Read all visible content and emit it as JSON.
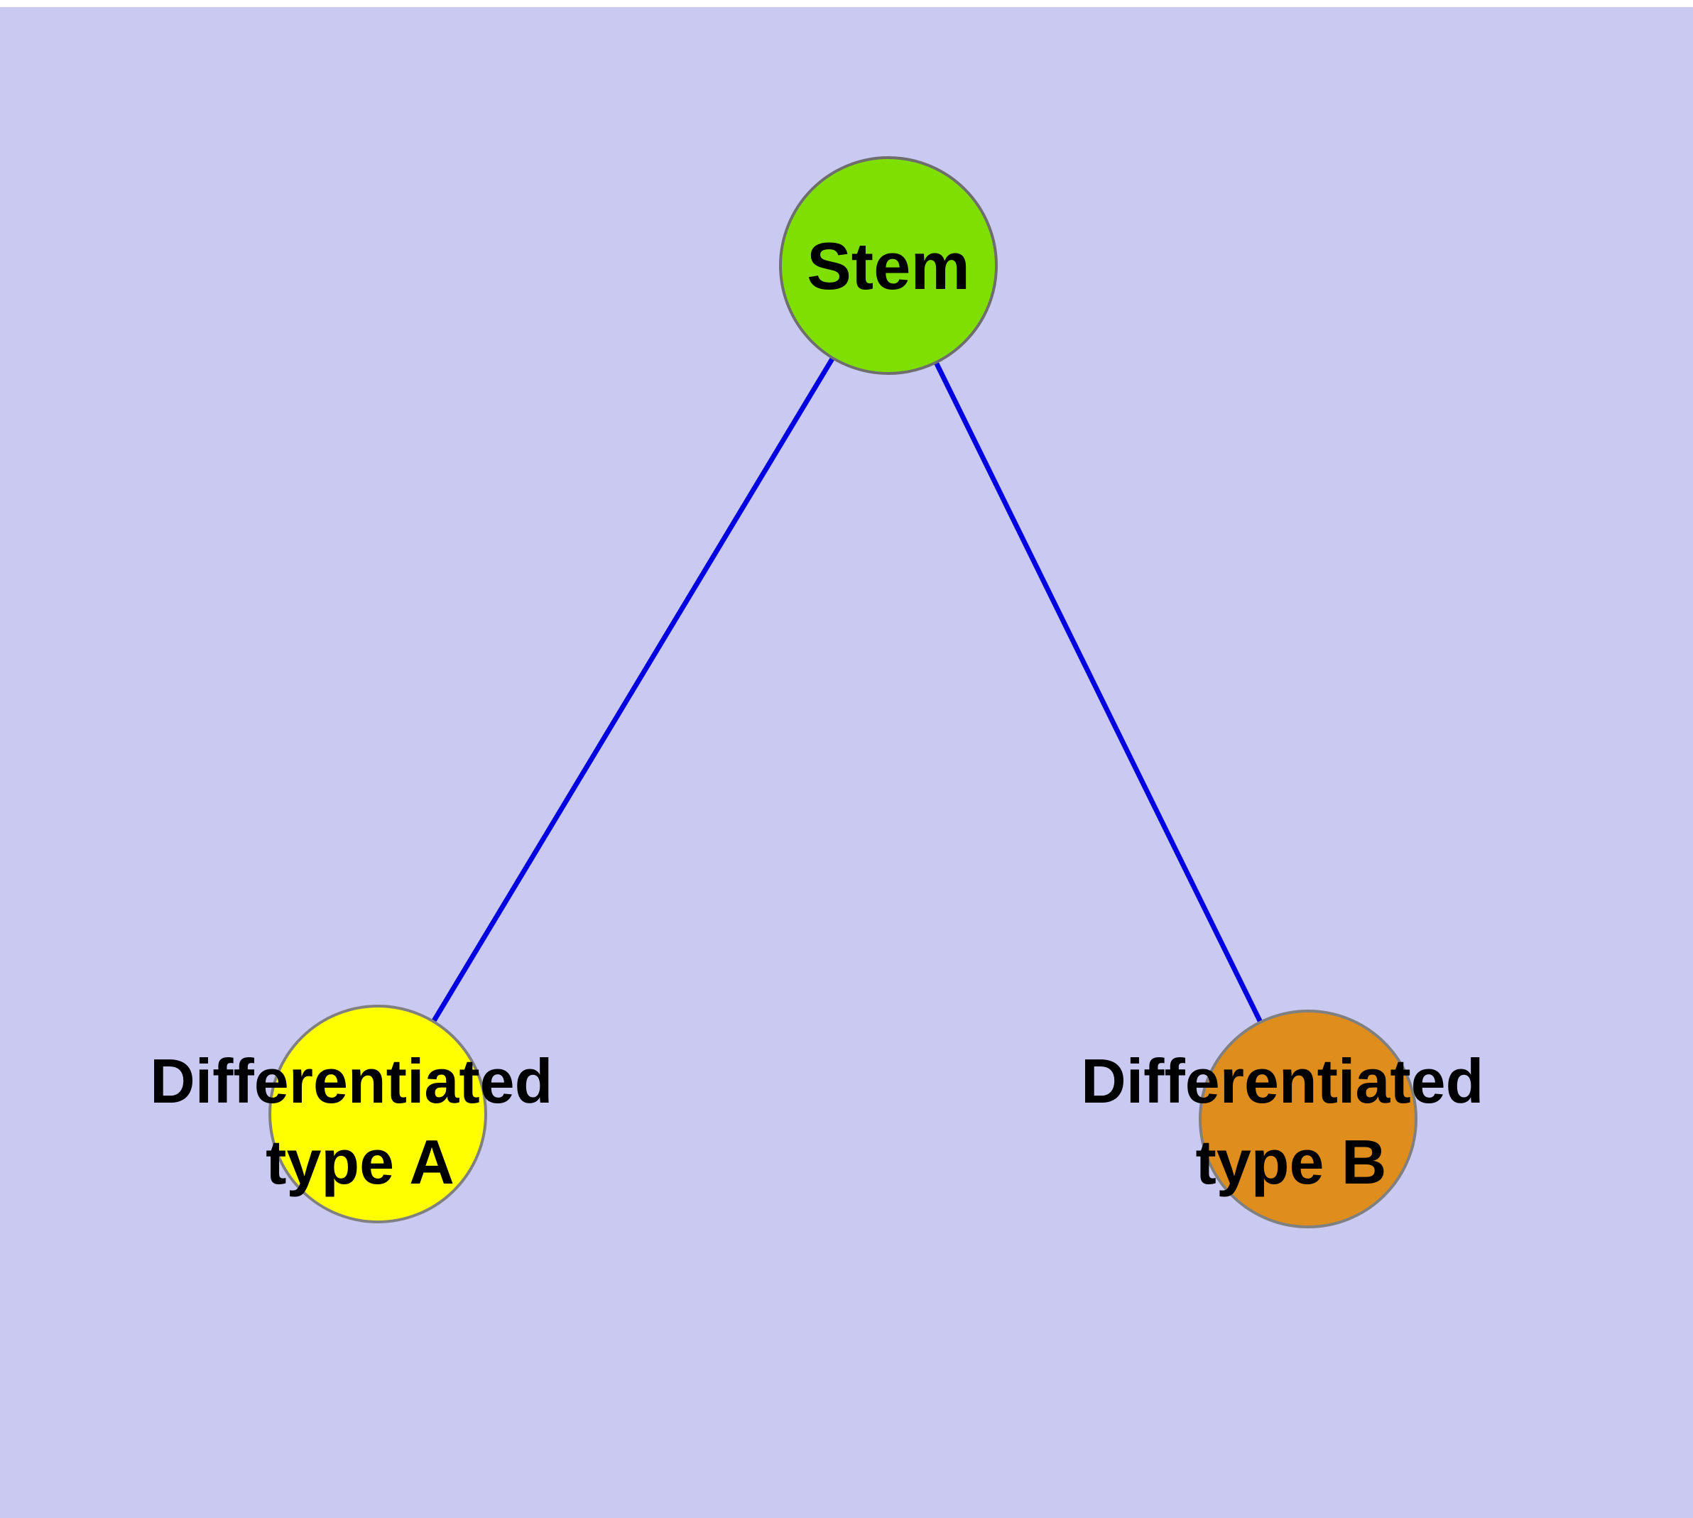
{
  "canvas": {
    "background": "#c9c9f2",
    "top_strip": "#ffffff"
  },
  "edges": {
    "color": "#0000e0",
    "width": 7
  },
  "text_color": "#000000",
  "nodes": {
    "stem": {
      "label": "Stem",
      "fill": "#7fdf00",
      "stroke": "#6e6e6e"
    },
    "typeA": {
      "label_line1": "Differentiated",
      "label_line2": "type A",
      "fill": "#ffff00",
      "stroke": "#808080"
    },
    "typeB": {
      "label_line1": "Differentiated",
      "label_line2": "type B",
      "fill": "#df8e1e",
      "stroke": "#808080"
    }
  }
}
